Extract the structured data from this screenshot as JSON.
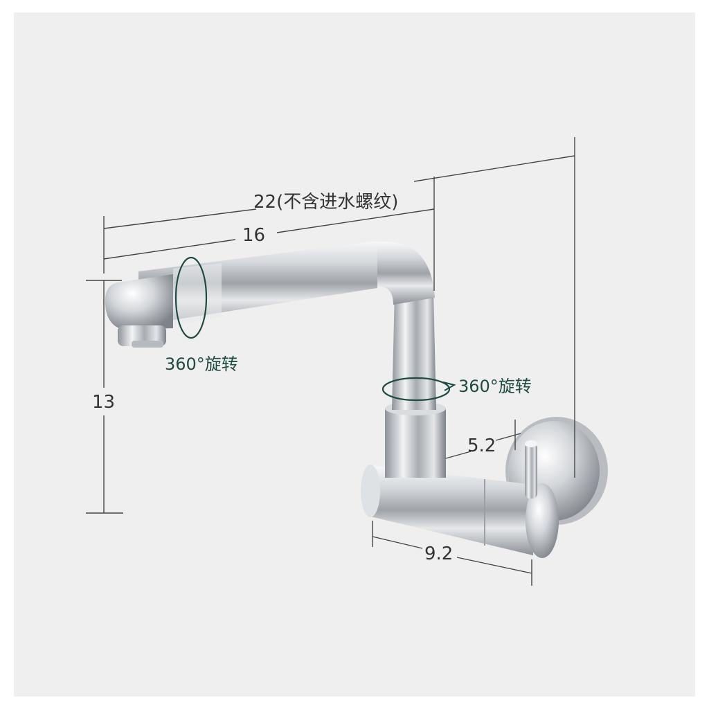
{
  "dimensions": {
    "overall_length": "22(不含进水螺纹)",
    "spout_length": "16",
    "height": "13",
    "base_gap": "5.2",
    "body_length": "9.2"
  },
  "rotation_labels": {
    "spout": "360°旋转",
    "column": "360°旋转"
  },
  "colors": {
    "background": "#efefef",
    "dimension_line": "#444444",
    "rotation_ring": "#1f4a42",
    "chrome": "#c9ccd0"
  }
}
